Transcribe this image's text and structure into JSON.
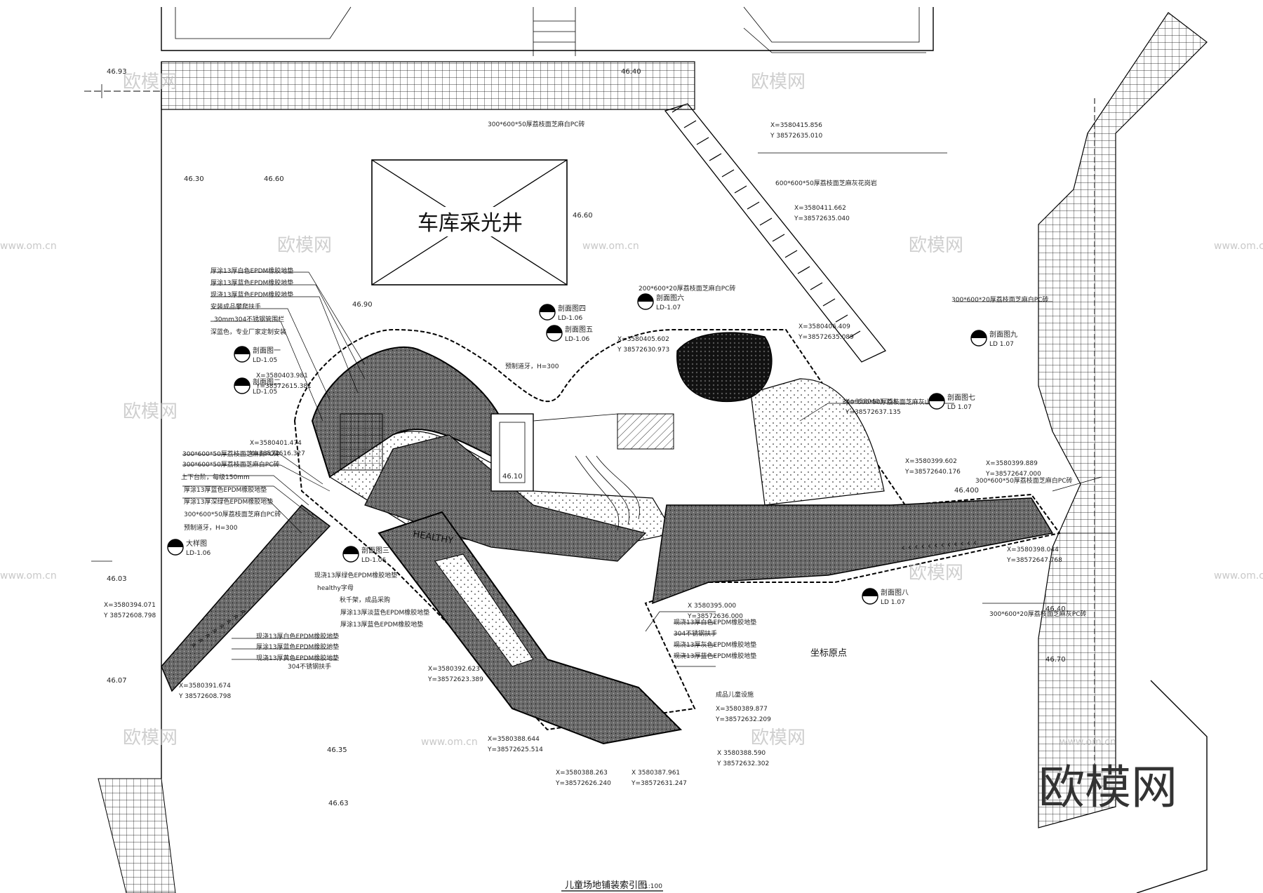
{
  "drawing": {
    "title": "儿童场地铺装索引图",
    "scale": "1:100",
    "skylight_label": "车库采光井",
    "origin_label": "坐标原点",
    "healthy_text": "HEALTHY",
    "watermark_logo": "欧模网",
    "watermark_url": "www.om.cn"
  },
  "elevations": [
    "46.93",
    "46.40",
    "46.30",
    "46.60",
    "46.60",
    "46.90",
    "46.03",
    "46.07",
    "46.35",
    "46.63",
    "46.40",
    "46.70",
    "46.10",
    "46.400"
  ],
  "coordinates": [
    "X=3580415.856",
    "Y 38572635.010",
    "X=3580411.662",
    "Y=38572635.040",
    "X=3580406.409",
    "Y=38572635.089",
    "X=3580403.351",
    "Y=38572637.135",
    "X=3580399.602",
    "Y=38572640.176",
    "X=3580399.889",
    "Y=38572647.000",
    "X=3580398.044",
    "Y=38572647.768",
    "X=3580394.071",
    "Y 38572608.798",
    "X=3580391.674",
    "Y 38572608.798",
    "X=3580392.623",
    "Y=38572623.389",
    "X=3580388.644",
    "Y=38572625.514",
    "X=3580388.263",
    "Y=38572626.240",
    "X 3580387.961",
    "Y=38572631.247",
    "X 3580388.590",
    "Y 38572632.302",
    "X=3580389.877",
    "Y=38572632.209",
    "X 3580395.000",
    "Y=38572636.000",
    "X=3580405.602",
    "Y 38572630.973",
    "X=3580401.474",
    "Y=38572616.327",
    "X=3580403.981",
    "Y=38572615.381"
  ],
  "material_labels": [
    "300*600*50厚荔枝面芝麻白PC砖",
    "600*600*50厚荔枝面芝麻灰花岗岩",
    "300*600*20厚荔枝面芝麻白PC砖",
    "200*600*20厚荔枝面芝麻白PC砖",
    "300*600*50厚荔枝面芝麻灰山西黑",
    "300*600*50厚荔枝面芝麻白PC砖",
    "300*600*20厚荔枝面芝麻灰PC砖",
    "厚涂13厚白色EPDM橡胶地垫",
    "厚涂13厚蓝色EPDM橡胶地垫",
    "现浇13厚蓝色EPDM橡胶地垫",
    "安装成品攀爬扶手",
    "30mm304不锈钢管围栏",
    "深蓝色，专业厂家定制安装",
    "300*600*50厚荔枝面芝麻白PC砖",
    "300*600*50厚荔枝面芝麻白PC砖",
    "上下台阶，每级150mm",
    "厚涂13厚蓝色EPDM橡胶地垫",
    "厚涂13厚深绿色EPDM橡胶地垫",
    "300*600*50厚荔枝面芝麻白PC砖",
    "预制道牙，H=300",
    "现浇13厚绿色EPDM橡胶地垫",
    "healthy字母",
    "秋千架，成品采购",
    "厚涂13厚淡蓝色EPDM橡胶地垫",
    "厚涂13厚蓝色EPDM橡胶地垫",
    "现浇13厚白色EPDM橡胶地垫",
    "厚涂13厚蓝色EPDM橡胶地垫",
    "现浇13厚黄色EPDM橡胶地垫",
    "304不锈钢扶手",
    "现浇13厚白色EPDM橡胶地垫",
    "304不锈钢扶手",
    "现浇13厚灰色EPDM橡胶地垫",
    "现浇13厚蓝色EPDM橡胶地垫",
    "成品儿童设施",
    "预制道牙，H=300"
  ],
  "section_markers": [
    {
      "label": "剖面图一",
      "ref": "LD-1.05"
    },
    {
      "label": "剖面图二",
      "ref": "LD-1.05"
    },
    {
      "label": "剖面图三",
      "ref": "LD-1.06"
    },
    {
      "label": "剖面图四",
      "ref": "LD-1.06"
    },
    {
      "label": "剖面图五",
      "ref": "LD-1.06"
    },
    {
      "label": "剖面图六",
      "ref": "LD-1.07"
    },
    {
      "label": "剖面图七",
      "ref": "LD 1.07"
    },
    {
      "label": "剖面图八",
      "ref": "LD 1.07"
    },
    {
      "label": "剖面图九",
      "ref": "LD 1.07"
    },
    {
      "label": "大样图",
      "ref": "LD-1.06"
    }
  ]
}
